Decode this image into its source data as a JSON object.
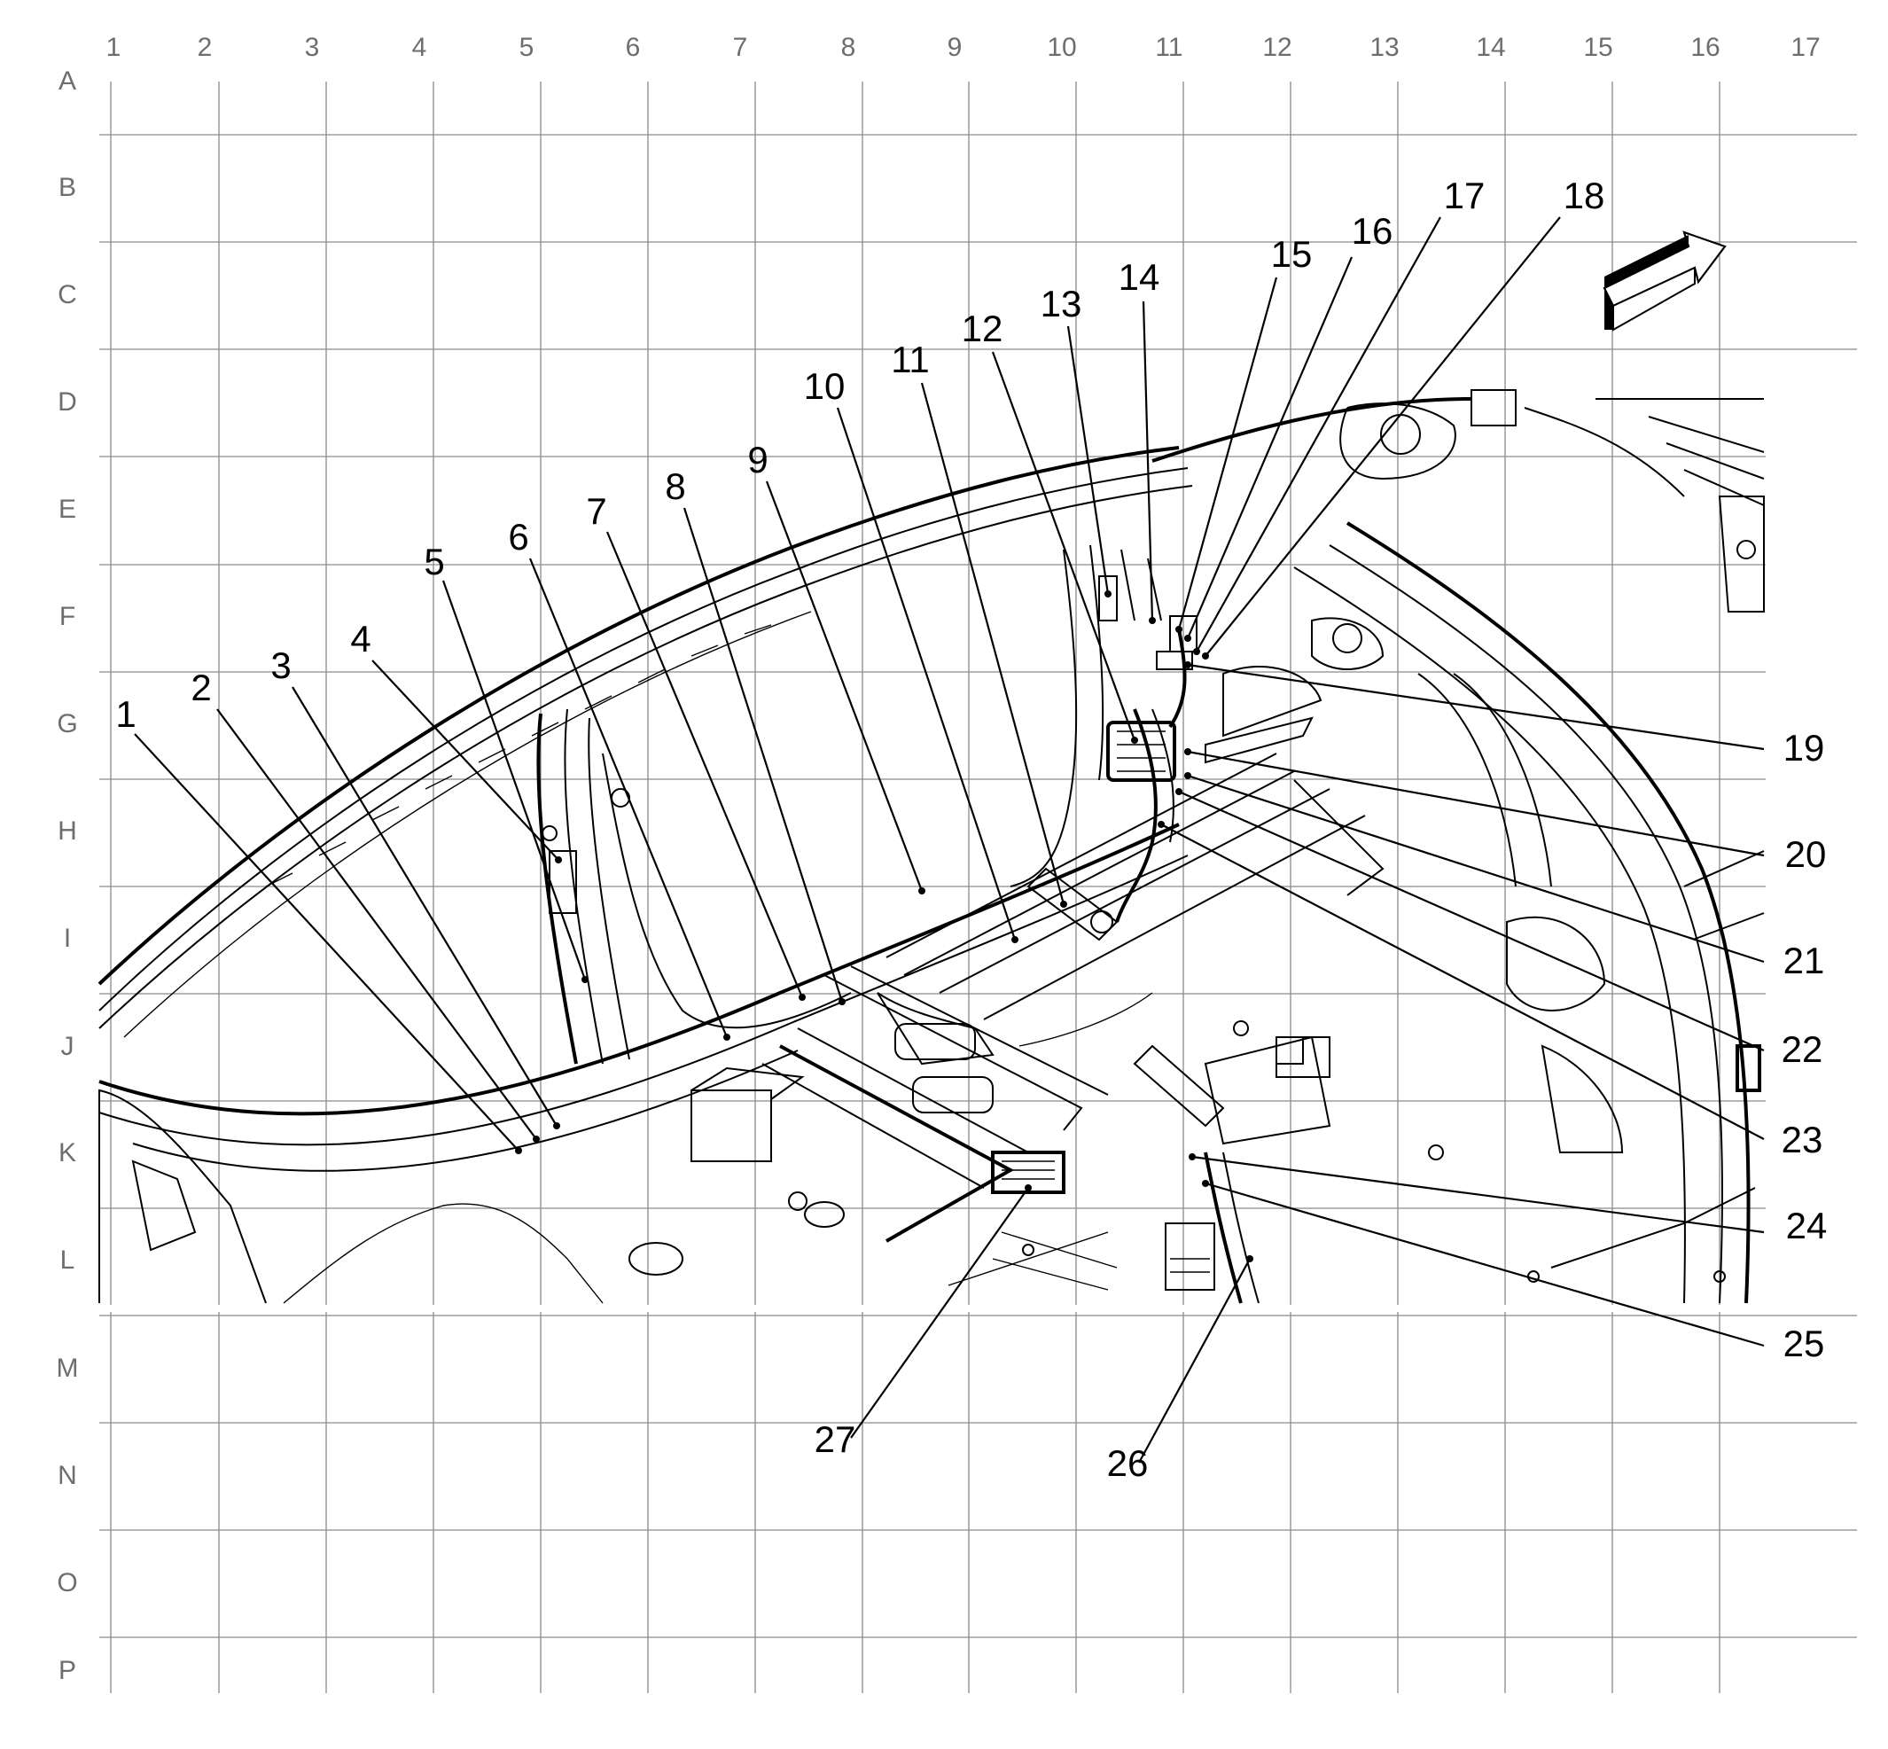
{
  "grid": {
    "columns": [
      "1",
      "2",
      "3",
      "4",
      "5",
      "6",
      "7",
      "8",
      "9",
      "10",
      "11",
      "12",
      "13",
      "14",
      "15",
      "16",
      "17"
    ],
    "rows": [
      "A",
      "B",
      "C",
      "D",
      "E",
      "F",
      "G",
      "H",
      "I",
      "J",
      "K",
      "L",
      "M",
      "N",
      "O",
      "P"
    ]
  },
  "callouts": [
    {
      "label": "1"
    },
    {
      "label": "2"
    },
    {
      "label": "3"
    },
    {
      "label": "4"
    },
    {
      "label": "5"
    },
    {
      "label": "6"
    },
    {
      "label": "7"
    },
    {
      "label": "8"
    },
    {
      "label": "9"
    },
    {
      "label": "10"
    },
    {
      "label": "11"
    },
    {
      "label": "12"
    },
    {
      "label": "13"
    },
    {
      "label": "14"
    },
    {
      "label": "15"
    },
    {
      "label": "16"
    },
    {
      "label": "17"
    },
    {
      "label": "18"
    },
    {
      "label": "19"
    },
    {
      "label": "20"
    },
    {
      "label": "21"
    },
    {
      "label": "22"
    },
    {
      "label": "23"
    },
    {
      "label": "24"
    },
    {
      "label": "25"
    },
    {
      "label": "26"
    },
    {
      "label": "27"
    }
  ],
  "icons": {
    "front_arrow": "direction-arrow-icon"
  }
}
